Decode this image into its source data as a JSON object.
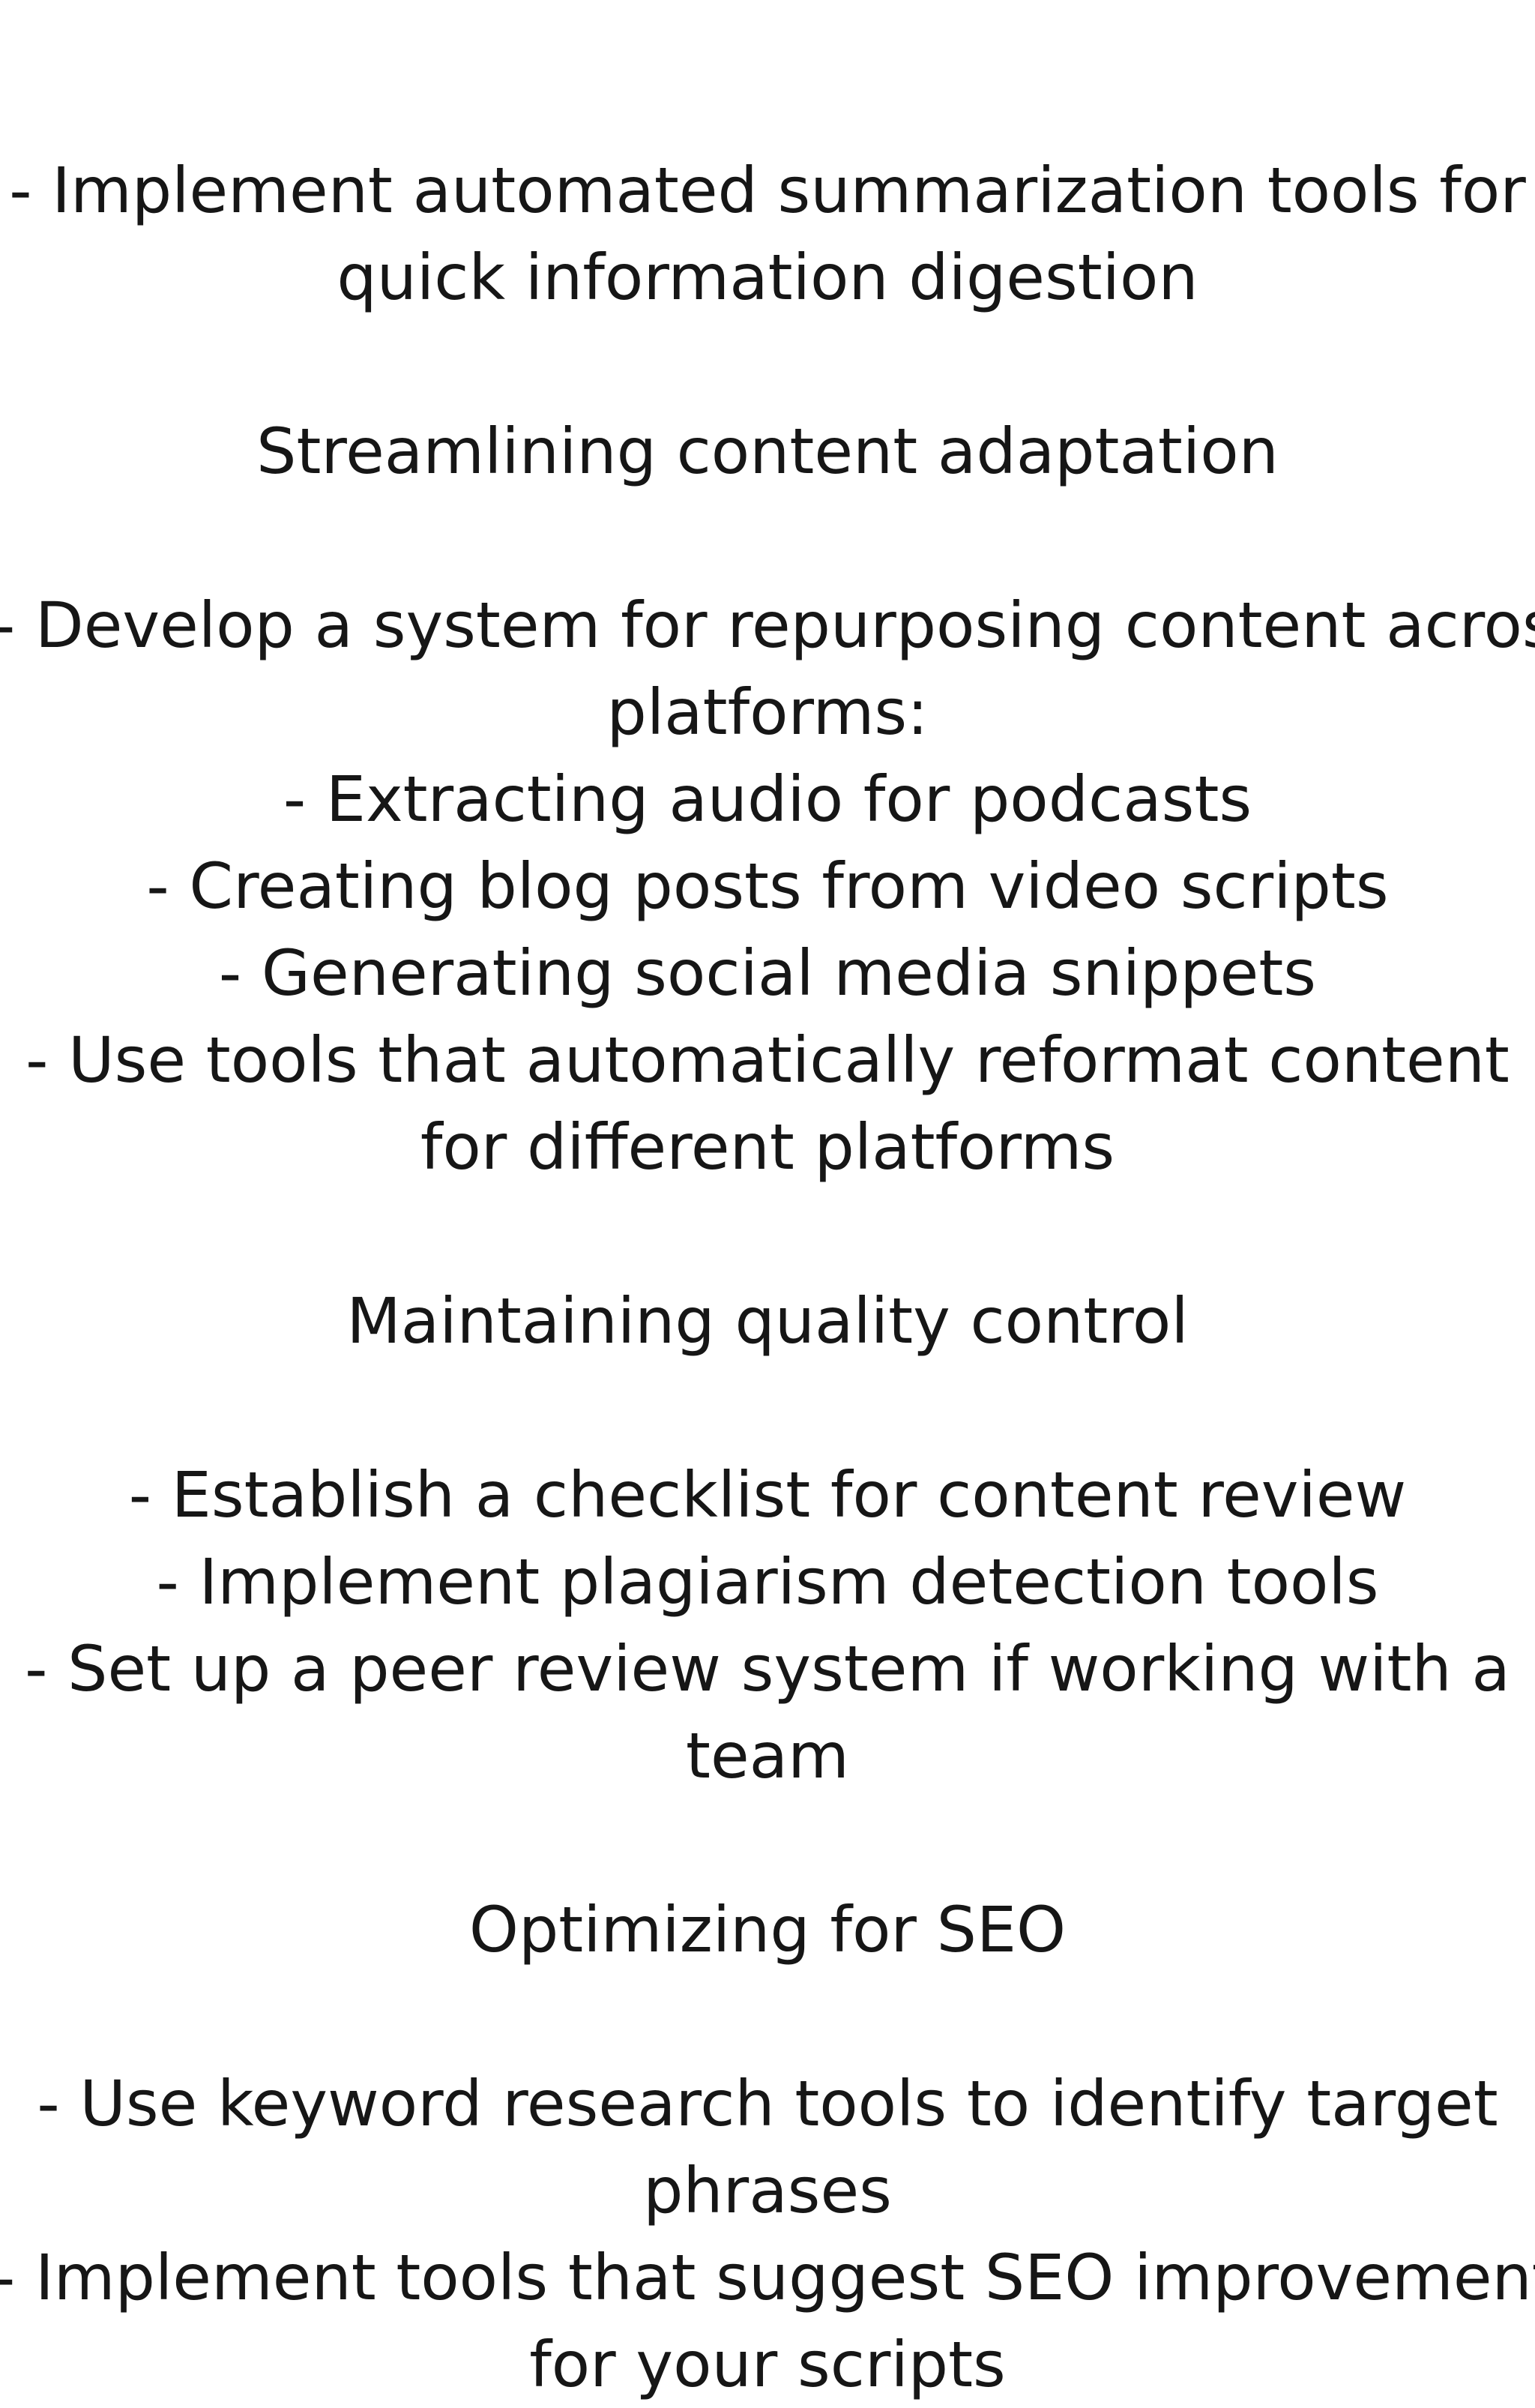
{
  "lines": [
    "- Implement automated summarization tools for",
    "quick information digestion",
    "Streamlining content adaptation",
    "- Develop a system for repurposing content across",
    "platforms:",
    "- Extracting audio for podcasts",
    "- Creating blog posts from video scripts",
    "- Generating social media snippets",
    "- Use tools that automatically reformat content",
    "for different platforms",
    "Maintaining quality control",
    "- Establish a checklist for content review",
    "- Implement plagiarism detection tools",
    "- Set up a peer review system if working with a",
    "team",
    "Optimizing for SEO",
    "- Use keyword research tools to identify target",
    "phrases",
    "- Implement tools that suggest SEO improvements",
    "for your scripts"
  ]
}
